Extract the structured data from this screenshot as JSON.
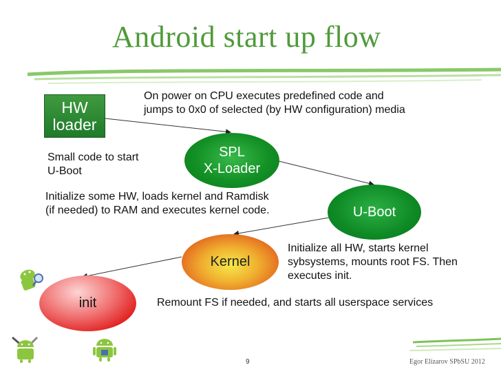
{
  "title": "Android start up flow",
  "nodes": {
    "hw": {
      "line1": "HW",
      "line2": "loader"
    },
    "spl": {
      "line1": "SPL",
      "line2": "X-Loader"
    },
    "uboot": {
      "label": "U-Boot"
    },
    "kernel": {
      "label": "Kernel"
    },
    "init": {
      "label": "init"
    }
  },
  "notes": {
    "power_on": {
      "line1": "On power on CPU executes predefined code and",
      "line2": "jumps to 0x0 of selected (by HW configuration) media"
    },
    "small_code": {
      "line1": "Small code to start",
      "line2": "U-Boot"
    },
    "init_hw": {
      "line1": "Initialize some HW, loads kernel and Ramdisk",
      "line2": "(if needed) to RAM and executes kernel code."
    },
    "init_all": {
      "line1": "Initialize all HW, starts kernel",
      "line2": "sybsystems, mounts root FS. Then",
      "line3": "executes init."
    },
    "remount": {
      "line1": "Remount FS if needed, and starts all userspace services"
    }
  },
  "footer": {
    "page": "9",
    "credit": "Egor Elizarov SPbSU 2012"
  },
  "colors": {
    "title": "#4f9a3a",
    "green_node": "#129025",
    "decor": "#6bb24a"
  },
  "icons": [
    "android-magnifier-icon",
    "android-tools-icon",
    "android-wrench-icon"
  ]
}
